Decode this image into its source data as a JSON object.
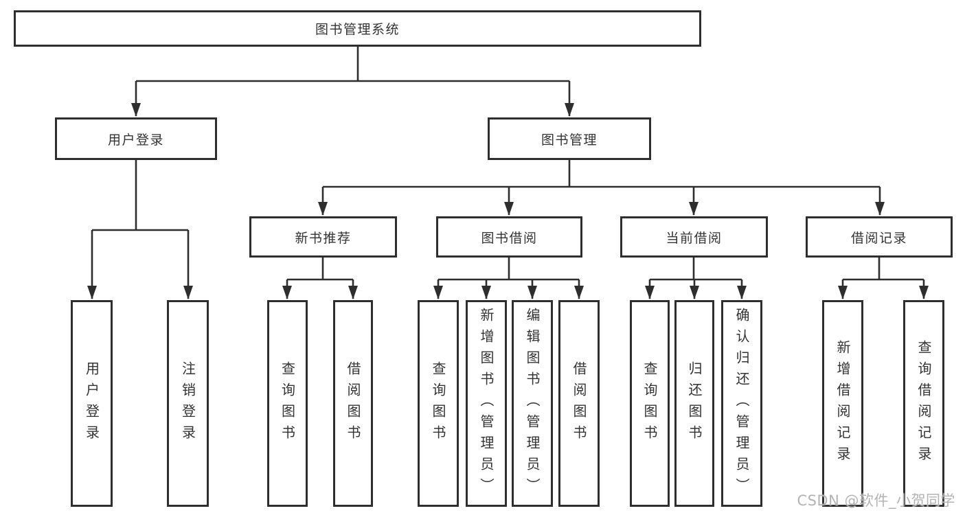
{
  "tree": {
    "label": "图书管理系统",
    "children": [
      {
        "label": "用户登录",
        "children": [
          {
            "label": "用户登录"
          },
          {
            "label": "注销登录"
          }
        ]
      },
      {
        "label": "图书管理",
        "children": [
          {
            "label": "新书推荐",
            "children": [
              {
                "label": "查询图书"
              },
              {
                "label": "借阅图书"
              }
            ]
          },
          {
            "label": "图书借阅",
            "children": [
              {
                "label": "查询图书"
              },
              {
                "label": "新增图书（管理员）"
              },
              {
                "label": "编辑图书（管理员）"
              },
              {
                "label": "借阅图书"
              }
            ]
          },
          {
            "label": "当前借阅",
            "children": [
              {
                "label": "查询图书"
              },
              {
                "label": "归还图书"
              },
              {
                "label": "确认归还（管理员）"
              }
            ]
          },
          {
            "label": "借阅记录",
            "children": [
              {
                "label": "新增借阅记录"
              },
              {
                "label": "查询借阅记录"
              }
            ]
          }
        ]
      }
    ]
  },
  "watermark": {
    "text": "CSDN @软件_小贺同学"
  },
  "colors": {
    "line": "#2e2e2e",
    "box_border": "#2e2e2e",
    "text": "#333333",
    "watermark": "#b3b3b3",
    "background": "#ffffff"
  }
}
